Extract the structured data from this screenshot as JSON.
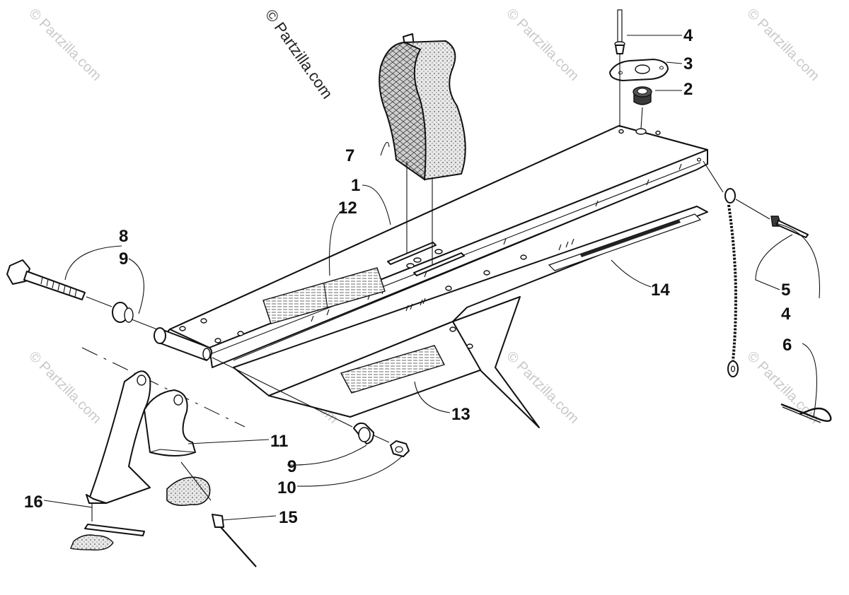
{
  "watermark": {
    "main": "© Partzilla.com",
    "repeat": "© Partzilla.com"
  },
  "callouts": {
    "c1": "1",
    "c2": "2",
    "c3": "3",
    "c4_top": "4",
    "c4_right": "4",
    "c5": "5",
    "c6": "6",
    "c7": "7",
    "c8": "8",
    "c9_left": "9",
    "c9_bottom": "9",
    "c10": "10",
    "c11": "11",
    "c12": "12",
    "c13": "13",
    "c14": "14",
    "c15": "15",
    "c16": "16"
  }
}
